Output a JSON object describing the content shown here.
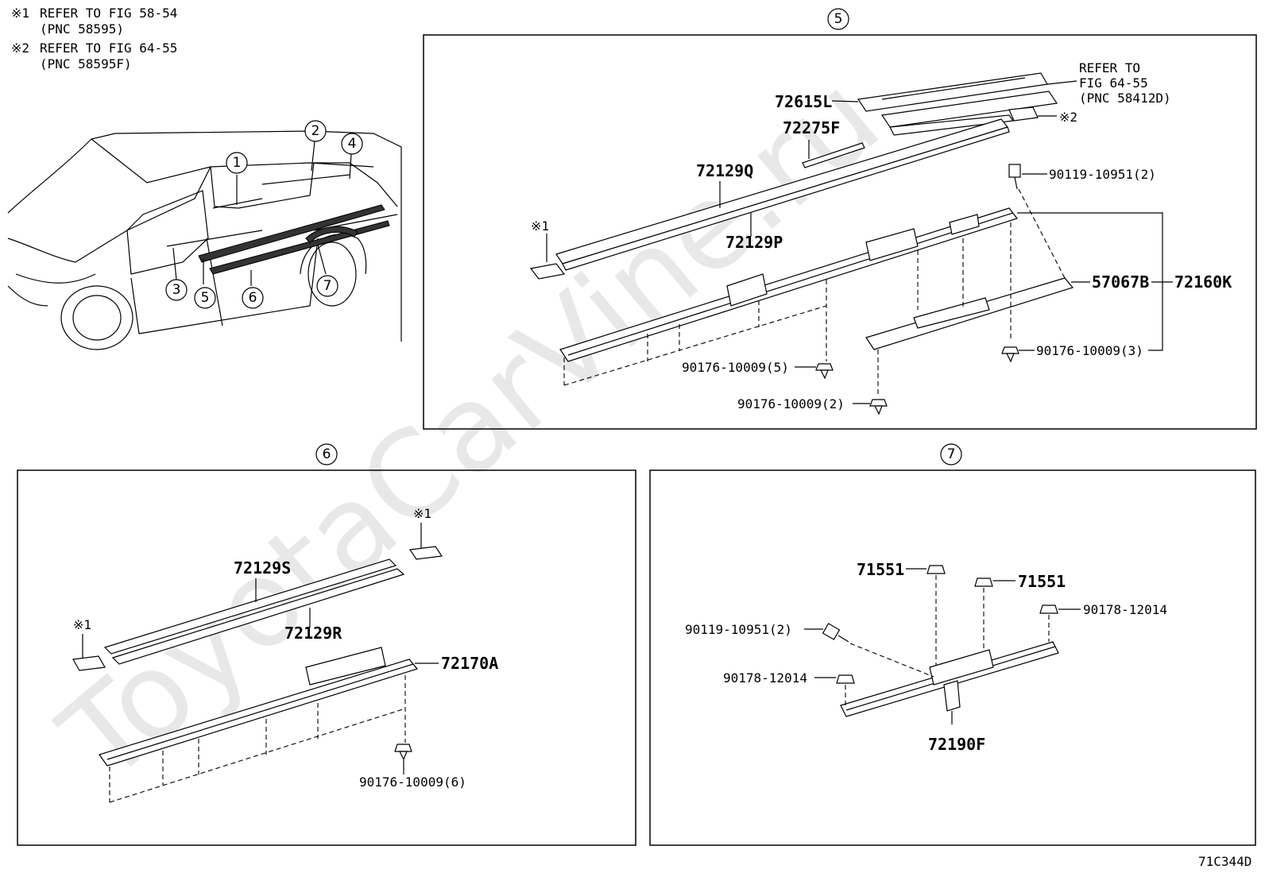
{
  "notes": [
    {
      "mark": "※1",
      "line1": "REFER TO FIG 58-54",
      "line2": "(PNC 58595)"
    },
    {
      "mark": "※2",
      "line1": "REFER TO FIG 64-55",
      "line2": "(PNC 58595F)"
    }
  ],
  "watermark": "ToyotaCarVine.ru",
  "figure_code": "71C344D",
  "overview_callouts": [
    "1",
    "2",
    "3",
    "4",
    "5",
    "6",
    "7"
  ],
  "panel5": {
    "title": "5",
    "refer_line1": "REFER TO",
    "refer_line2": "FIG 64-55",
    "refer_line3": "(PNC 58412D)",
    "mark2": "※2",
    "mark1": "※1",
    "parts": {
      "p72615L": "72615L",
      "p72275F": "72275F",
      "p72129Q": "72129Q",
      "p72129P": "72129P",
      "p57067B": "57067B",
      "p72160K": "72160K",
      "bolt": "90119-10951(2)",
      "clip3": "90176-10009(3)",
      "clip5": "90176-10009(5)",
      "clip2": "90176-10009(2)"
    }
  },
  "panel6": {
    "title": "6",
    "mark1a": "※1",
    "mark1b": "※1",
    "parts": {
      "p72129S": "72129S",
      "p72129R": "72129R",
      "p72170A": "72170A",
      "clip6": "90176-10009(6)"
    }
  },
  "panel7": {
    "title": "7",
    "parts": {
      "nutA": "71551",
      "nutB": "71551",
      "clipA": "90178-12014",
      "clipB": "90178-12014",
      "bolt": "90119-10951(2)",
      "p72190F": "72190F"
    }
  }
}
